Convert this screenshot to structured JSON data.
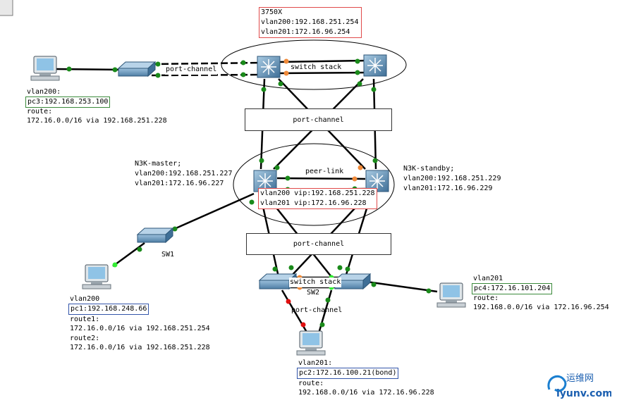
{
  "core": {
    "title": "3750X",
    "vlan200": "vlan200:192.168.251.254",
    "vlan201": "vlan201:172.16.96.254",
    "stack_label": "switch stack"
  },
  "pc3": {
    "vlan": "vlan200:",
    "name": "pc3:192.168.253.100",
    "route_label": "route:",
    "route": "172.16.0.0/16 via 192.168.251.228",
    "link_label": "port-channel"
  },
  "portchannel_top": "port-channel",
  "n3k_master": {
    "title": "N3K-master;",
    "vlan200": "vlan200:192.168.251.227",
    "vlan201": "vlan201:172.16.96.227"
  },
  "n3k_standby": {
    "title": "N3K-standby;",
    "vlan200": "vlan200:192.168.251.229",
    "vlan201": "vlan201:172.16.96.229"
  },
  "peer_link": "peer-link",
  "vip": {
    "vlan200": "vlan200 vip:192.168.251.228",
    "vlan201": "vlan201 vip:172.16.96.228"
  },
  "sw1": "SW1",
  "portchannel_mid": "port-channel",
  "sw2": {
    "stack_label": "switch stack",
    "name": "SW2",
    "link_label": "port-channel"
  },
  "pc1": {
    "vlan": "vlan200",
    "name": "pc1:192.168.248.66",
    "route1_label": "route1:",
    "route1": "172.16.0.0/16 via 192.168.251.254",
    "route2_label": "route2:",
    "route2": "172.16.0.0/16 via 192.168.251.228"
  },
  "pc4": {
    "vlan": "vlan201",
    "name": "pc4:172.16.101.204",
    "route_label": "route:",
    "route": "192.168.0.0/16 via 172.16.96.254"
  },
  "pc2": {
    "vlan": "vlan201:",
    "name": "pc2:172.16.100.21(bond)",
    "route_label": "route:",
    "route": "192.168.0.0/16 via 172.16.96.228"
  },
  "watermark": {
    "cn": "运维网",
    "en": "iyunv.com"
  },
  "colors": {
    "link": "#000000",
    "port_green": "#1a8a1a",
    "port_orange": "#f08a3a",
    "port_red": "#e01010",
    "port_lime": "#33ee33",
    "device_blue": "#4a7fa8"
  }
}
